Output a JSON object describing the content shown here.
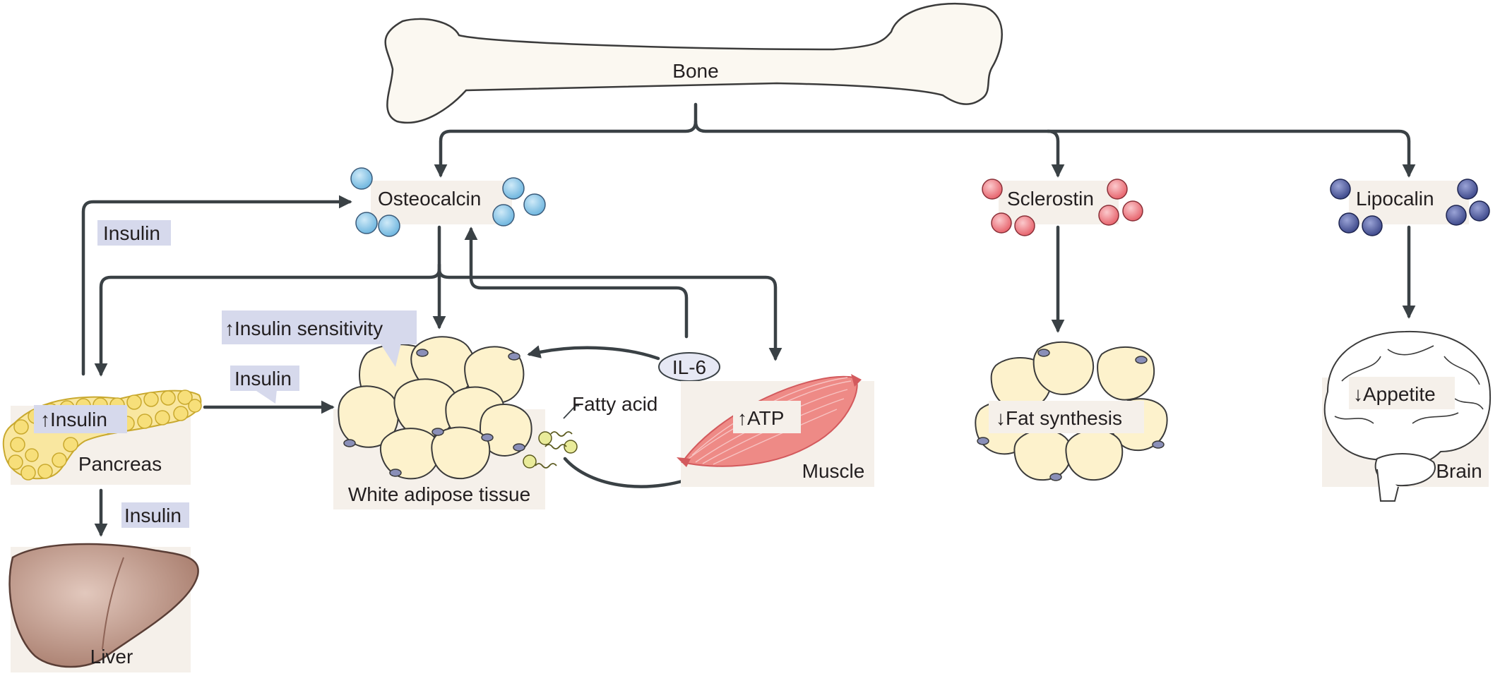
{
  "labels": {
    "bone": "Bone",
    "osteocalcin": "Osteocalcin",
    "sclerostin": "Sclerostin",
    "lipocalin": "Lipocalin",
    "insulin_feedback": "Insulin",
    "insulin_sensitivity": "↑Insulin sensitivity",
    "insulin_to_wat": "Insulin",
    "insulin_up": "↑Insulin",
    "pancreas": "Pancreas",
    "insulin_to_liver": "Insulin",
    "liver": "Liver",
    "white_adipose": "White adipose tissue",
    "fatty_acid": "Fatty acid",
    "il6": "IL-6",
    "atp": "↑ATP",
    "muscle": "Muscle",
    "fat_synthesis": "↓Fat synthesis",
    "appetite": "↓Appetite",
    "brain": "Brain"
  },
  "colors": {
    "osteocalcin_dots": "#7fc3e6",
    "sclerostin_dots": "#ef7f86",
    "lipocalin_dots": "#5b66a6",
    "arrow": "#3a4145",
    "label_panel": "#f5f0ea",
    "insulin_tag": "#d6d9ec",
    "adipocyte": "#fdf2cc",
    "muscle": "#ee8a86",
    "liver": "#b98e7f",
    "pancreas": "#f7df7a",
    "bone": "#fbf8f1"
  }
}
